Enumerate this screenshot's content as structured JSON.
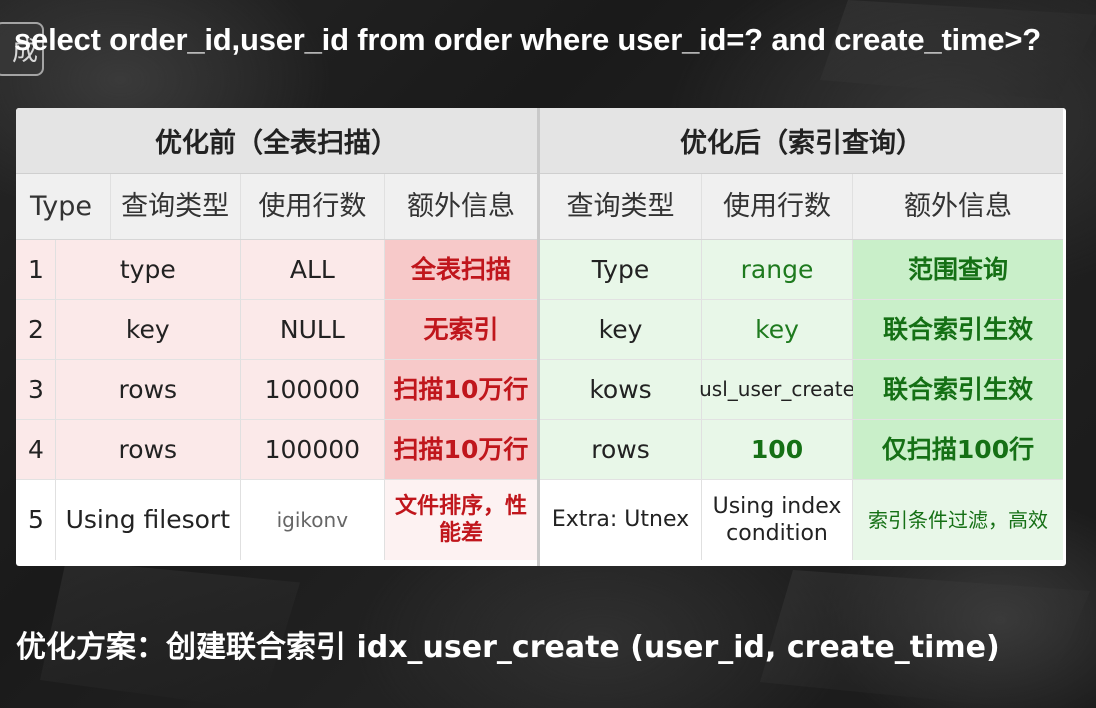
{
  "badge": "成",
  "sql": "select order_id,user_id from order where user_id=? and create_time>?",
  "before": {
    "title": "优化前（全表扫描）",
    "headers": [
      "Type",
      "查询类型",
      "使用行数",
      "额外信息"
    ],
    "rows": [
      {
        "n": "1",
        "type": "type",
        "rows": "ALL",
        "extra": "全表扫描"
      },
      {
        "n": "2",
        "type": "key",
        "rows": "NULL",
        "extra": "无索引"
      },
      {
        "n": "3",
        "type": "rows",
        "rows": "100000",
        "extra": "扫描10万行"
      },
      {
        "n": "4",
        "type": "rows",
        "rows": "100000",
        "extra": "扫描10万行"
      },
      {
        "n": "5",
        "type": "Using filesort",
        "rows": "igikonv",
        "extra": "文件排序，性能差"
      }
    ]
  },
  "after": {
    "title": "优化后（索引查询）",
    "headers": [
      "查询类型",
      "使用行数",
      "额外信息"
    ],
    "rows": [
      {
        "type": "Type",
        "rows": "range",
        "extra": "范围查询"
      },
      {
        "type": "key",
        "rows": "key",
        "extra": "联合索引生效"
      },
      {
        "type": "kows",
        "rows": "usl_user_create",
        "extra": "联合索引生效"
      },
      {
        "type": "rows",
        "rows": "100",
        "extra": "仅扫描100行"
      },
      {
        "type": "Extra: Utnex",
        "rows": "Using index condition",
        "extra": "索引条件过滤，高效"
      }
    ]
  },
  "footer": "优化方案：创建联合索引 idx_user_create (user_id, create_time)",
  "colors": {
    "red": "#c0161c",
    "green": "#157015",
    "pink": "#f7c9c9",
    "lightgreen": "#c9efc9"
  }
}
